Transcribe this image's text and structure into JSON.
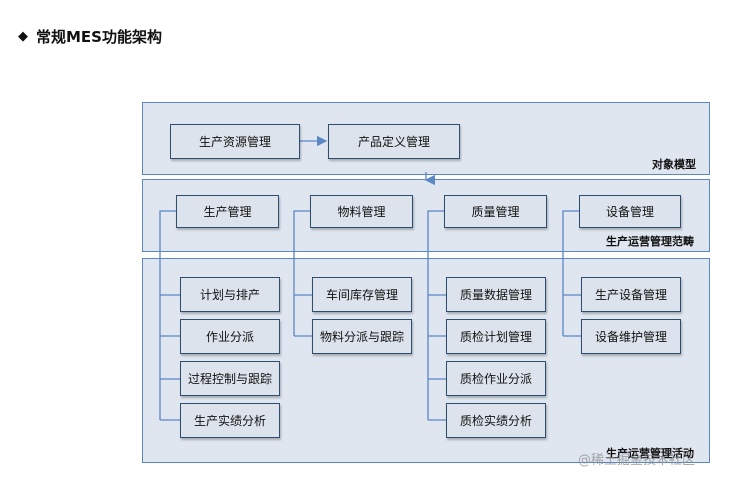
{
  "title": "常规MES功能架构",
  "title_marker": "◆",
  "bands": {
    "object_model": "对象模型",
    "operations_scope": "生产运营管理范畴",
    "operations_activities": "生产运营管理活动"
  },
  "object_model": {
    "resource": "生产资源管理",
    "definition": "产品定义管理"
  },
  "categories": {
    "production": "生产管理",
    "material": "物料管理",
    "quality": "质量管理",
    "equipment": "设备管理"
  },
  "production_activities": [
    "计划与排产",
    "作业分派",
    "过程控制与跟踪",
    "生产实绩分析"
  ],
  "material_activities": [
    "车间库存管理",
    "物料分派与跟踪"
  ],
  "quality_activities": [
    "质量数据管理",
    "质检计划管理",
    "质检作业分派",
    "质检实绩分析"
  ],
  "equipment_activities": [
    "生产设备管理",
    "设备维护管理"
  ],
  "watermark": "@稀土掘金技术社区",
  "colors": {
    "band_fill": "#dfe6f0",
    "band_border": "#5b87c5",
    "box_fill": "#dde3ec",
    "box_border": "#2f4d6e",
    "connector": "#5b87c5"
  }
}
